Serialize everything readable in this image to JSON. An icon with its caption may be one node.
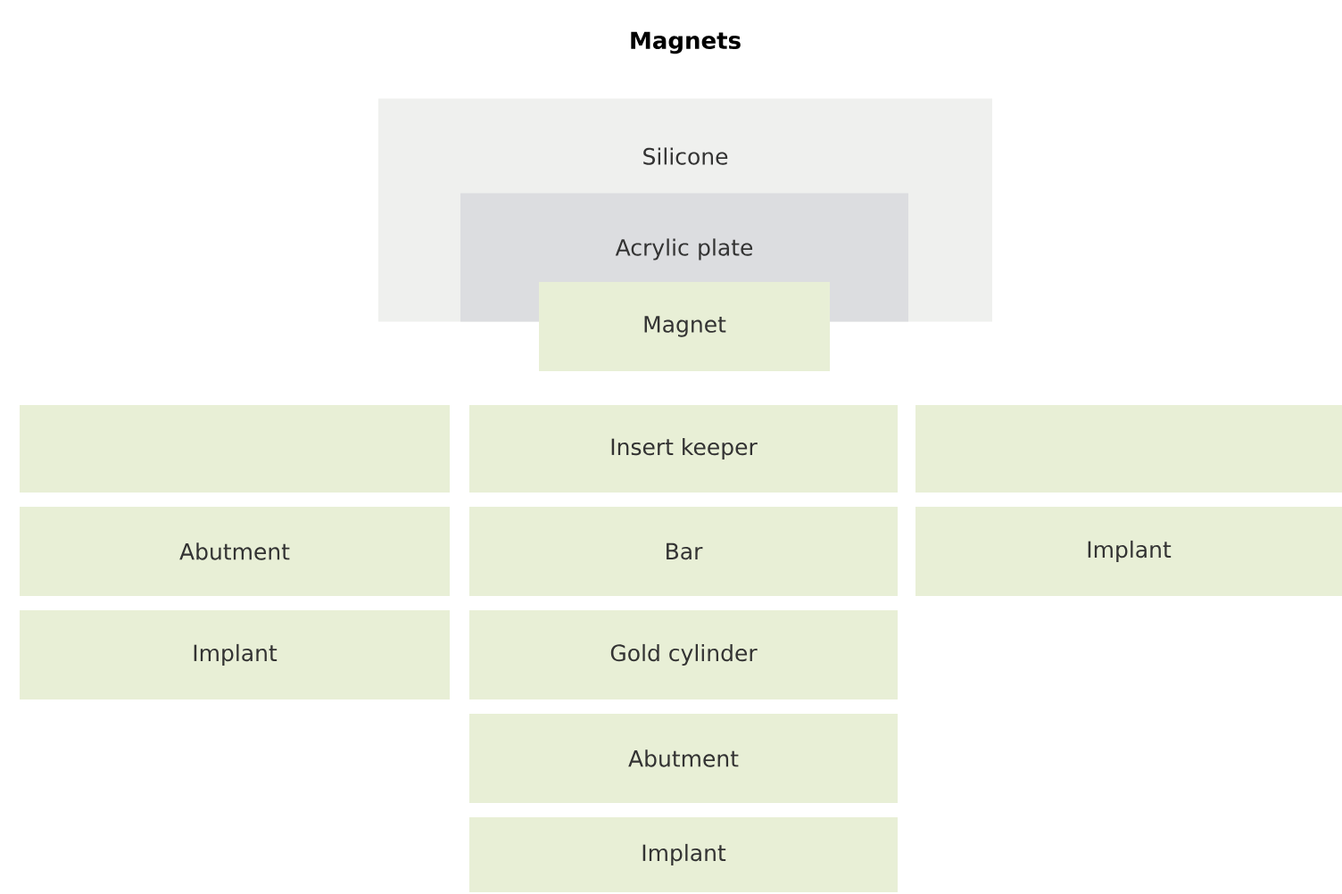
{
  "diagram": {
    "title": "Magnets",
    "nodes": [
      {
        "text": [
          "Silicone"
        ]
      },
      {
        "text": [
          "Acrylic plate"
        ],
        "in": 0
      },
      {
        "text": [
          "Magnet"
        ]
      },
      {
        "text": [],
        "shape": "box"
      },
      {
        "text": [
          "Insert keeper"
        ]
      },
      {
        "text": [],
        "shape": "box"
      },
      {
        "text": [
          "Abutment"
        ]
      },
      {
        "text": [
          "Bar"
        ]
      },
      {
        "text": [
          "Implant"
        ]
      },
      {
        "text": [
          "Implant"
        ]
      },
      {
        "text": [
          "Gold cylinder"
        ]
      },
      {
        "text": [
          "Abutment"
        ]
      },
      {
        "text": [
          "Implant"
        ]
      }
    ]
  }
}
